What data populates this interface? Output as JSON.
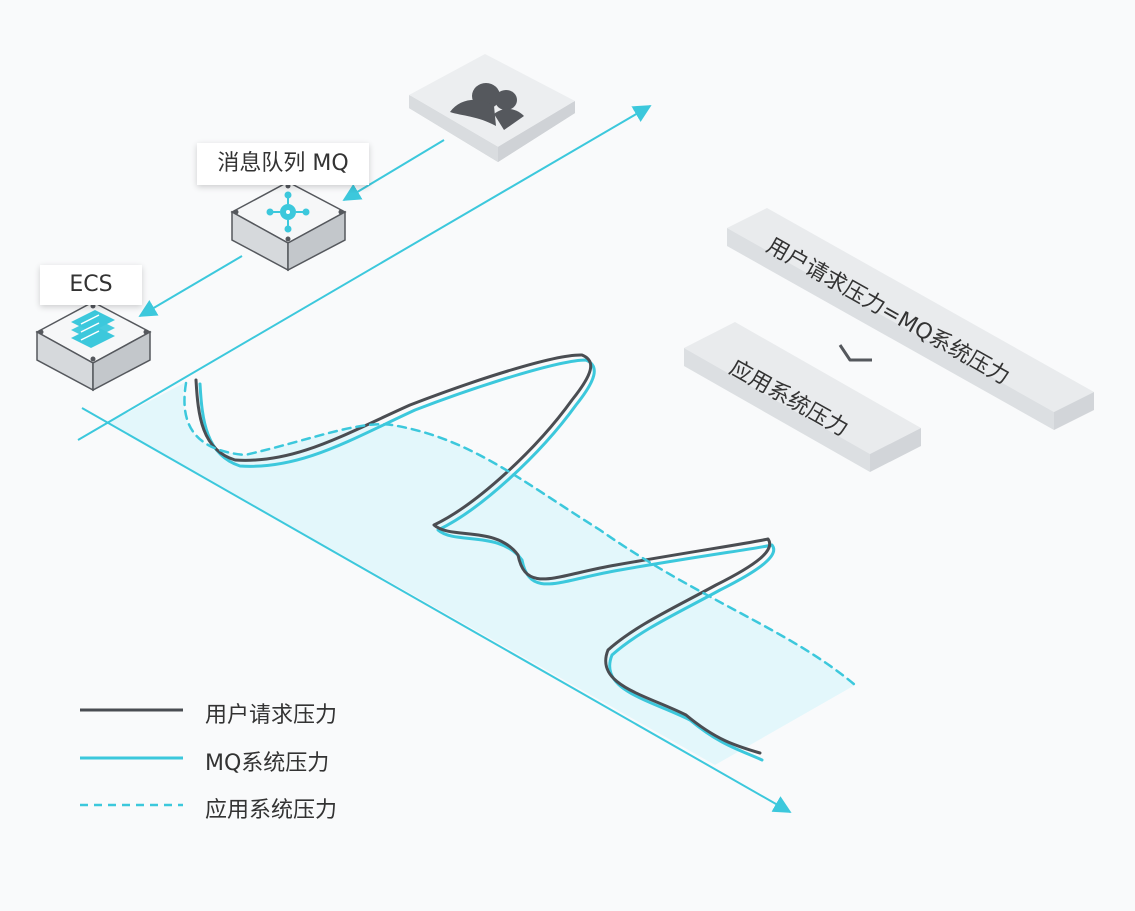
{
  "nodes": {
    "users": {
      "icon": "users-icon"
    },
    "mq": {
      "label": "消息队列 MQ",
      "icon": "message-queue-icon"
    },
    "ecs": {
      "label": "ECS",
      "icon": "server-stack-icon"
    }
  },
  "formula": {
    "top": "用户请求压力=MQ系统压力",
    "bottom": "应用系统压力",
    "relation_icon": "less-than-icon"
  },
  "legend": [
    {
      "label": "用户请求压力",
      "style": "solid",
      "color": "#4a4d52"
    },
    {
      "label": "MQ系统压力",
      "style": "solid",
      "color": "#3cc8dc"
    },
    {
      "label": "应用系统压力",
      "style": "dashed",
      "color": "#3cc8dc"
    }
  ],
  "colors": {
    "accent": "#3cc8dc",
    "dark_line": "#4a4d52",
    "fill": "#e3f7fb",
    "card_gray": "#e9ebed"
  }
}
